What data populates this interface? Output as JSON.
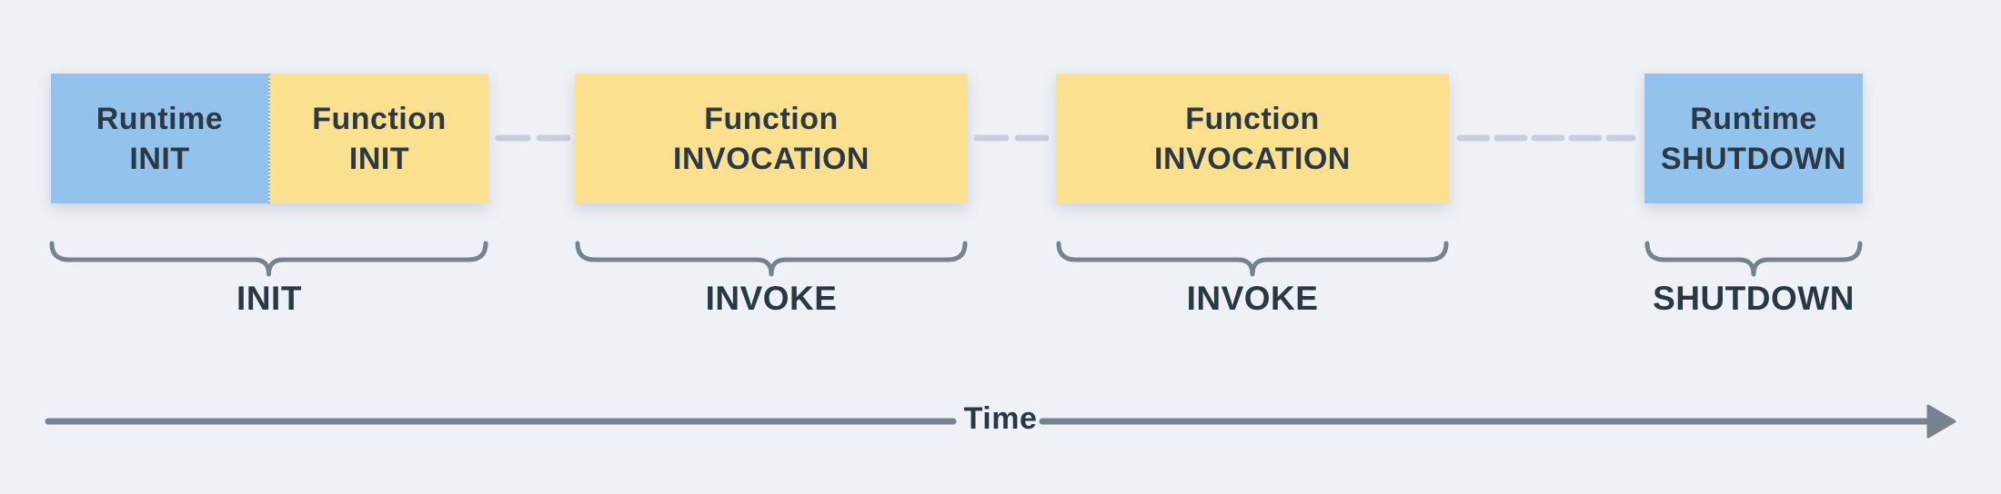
{
  "diagram": {
    "name": "lambda-execution-lifecycle",
    "sections": [
      {
        "brace_label": "INIT",
        "blocks": [
          {
            "kind": "runtime",
            "line1": "Runtime",
            "line2": "INIT"
          },
          {
            "kind": "function",
            "line1": "Function",
            "line2": "INIT"
          }
        ]
      },
      {
        "brace_label": "INVOKE",
        "blocks": [
          {
            "kind": "function",
            "line1": "Function",
            "line2": "INVOCATION"
          }
        ]
      },
      {
        "brace_label": "INVOKE",
        "blocks": [
          {
            "kind": "function",
            "line1": "Function",
            "line2": "INVOCATION"
          }
        ]
      },
      {
        "brace_label": "SHUTDOWN",
        "blocks": [
          {
            "kind": "runtime",
            "line1": "Runtime",
            "line2": "SHUTDOWN"
          }
        ]
      }
    ],
    "timeline": {
      "label": "Time"
    },
    "colors": {
      "background": "#eef1f5",
      "runtime_block": "#93c3ec",
      "function_block": "#fae08f",
      "block_text": "#2b3945",
      "label_text": "#2a3843",
      "connector_dash": "#c7cfda",
      "brace_stroke": "#76828e",
      "axis_stroke": "#76838f"
    }
  }
}
